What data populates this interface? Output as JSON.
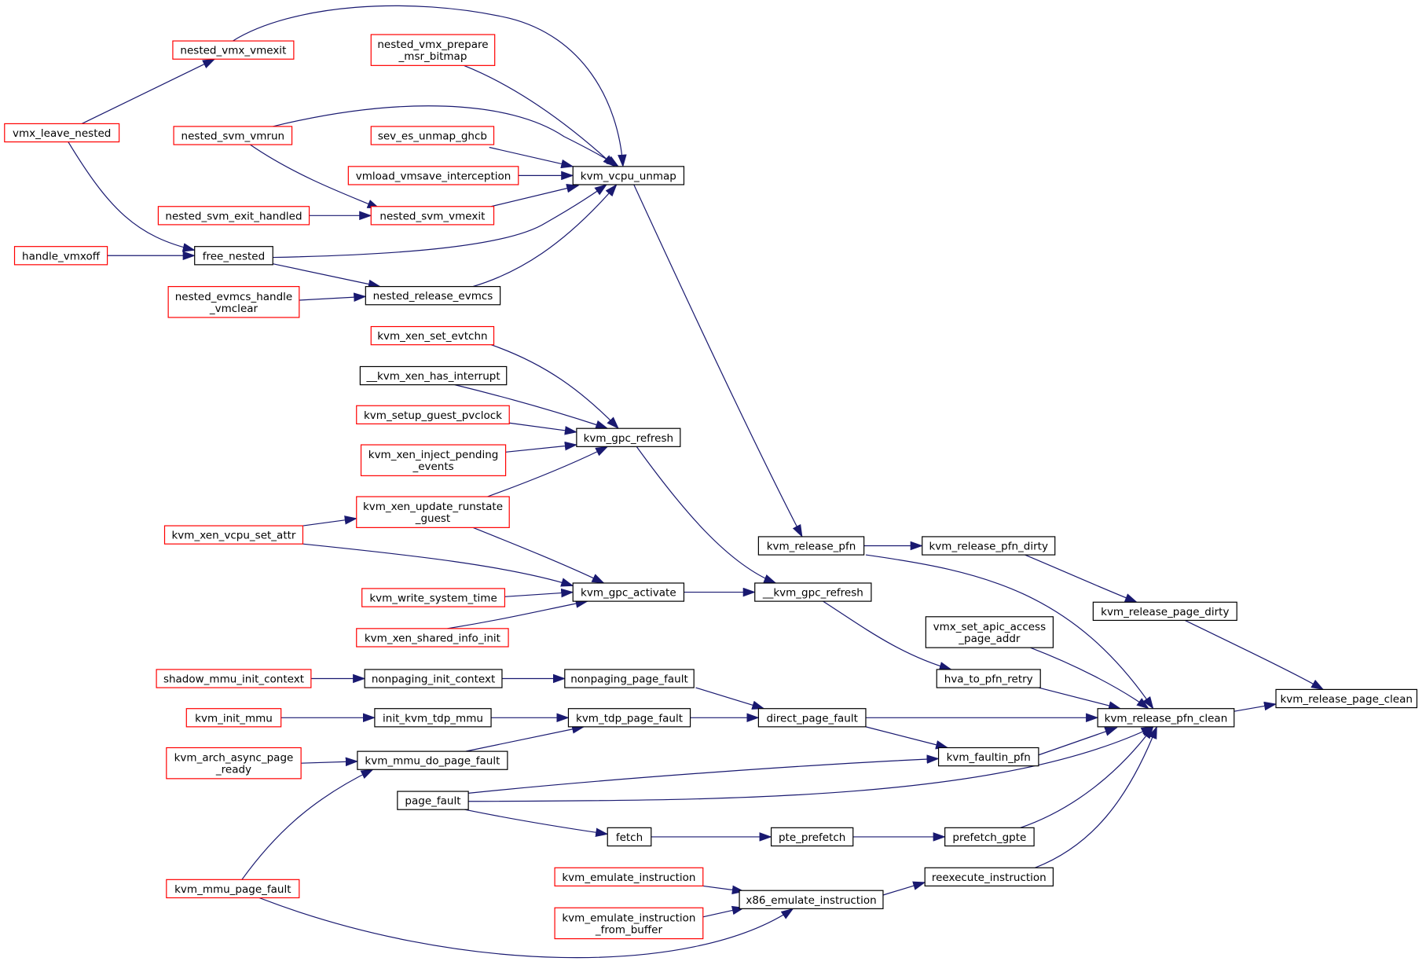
{
  "colors": {
    "edge": "#191970",
    "border_black": "#000000",
    "border_red": "#ff0000",
    "highlight": "#bfbfbf"
  },
  "nodes": {
    "kvm_release_page_clean": {
      "label": [
        "kvm_release_page_clean"
      ],
      "border": "black",
      "fill": "highlight"
    },
    "kvm_release_pfn_clean": {
      "label": [
        "kvm_release_pfn_clean"
      ],
      "border": "black"
    },
    "kvm_release_page_dirty": {
      "label": [
        "kvm_release_page_dirty"
      ],
      "border": "black"
    },
    "kvm_release_pfn_dirty": {
      "label": [
        "kvm_release_pfn_dirty"
      ],
      "border": "black"
    },
    "kvm_release_pfn": {
      "label": [
        "kvm_release_pfn"
      ],
      "border": "black"
    },
    "vmx_set_apic_access_page_addr": {
      "label": [
        "vmx_set_apic_access",
        "_page_addr"
      ],
      "border": "black"
    },
    "hva_to_pfn_retry": {
      "label": [
        "hva_to_pfn_retry"
      ],
      "border": "black"
    },
    "kvm_faultin_pfn": {
      "label": [
        "kvm_faultin_pfn"
      ],
      "border": "black"
    },
    "prefetch_gpte": {
      "label": [
        "prefetch_gpte"
      ],
      "border": "black"
    },
    "reexecute_instruction": {
      "label": [
        "reexecute_instruction"
      ],
      "border": "black"
    },
    "__kvm_gpc_refresh": {
      "label": [
        "__kvm_gpc_refresh"
      ],
      "border": "black"
    },
    "direct_page_fault": {
      "label": [
        "direct_page_fault"
      ],
      "border": "black"
    },
    "pte_prefetch": {
      "label": [
        "pte_prefetch"
      ],
      "border": "black"
    },
    "x86_emulate_instruction": {
      "label": [
        "x86_emulate_instruction"
      ],
      "border": "black"
    },
    "kvm_vcpu_unmap": {
      "label": [
        "kvm_vcpu_unmap"
      ],
      "border": "black"
    },
    "kvm_gpc_refresh": {
      "label": [
        "kvm_gpc_refresh"
      ],
      "border": "black"
    },
    "kvm_gpc_activate": {
      "label": [
        "kvm_gpc_activate"
      ],
      "border": "black"
    },
    "nonpaging_page_fault": {
      "label": [
        "nonpaging_page_fault"
      ],
      "border": "black"
    },
    "kvm_tdp_page_fault": {
      "label": [
        "kvm_tdp_page_fault"
      ],
      "border": "black"
    },
    "fetch": {
      "label": [
        "fetch"
      ],
      "border": "black"
    },
    "nested_vmx_vmexit": {
      "label": [
        "nested_vmx_vmexit"
      ],
      "border": "red"
    },
    "nested_vmx_prepare_msr_bitmap": {
      "label": [
        "nested_vmx_prepare",
        "_msr_bitmap"
      ],
      "border": "red"
    },
    "nested_svm_vmrun": {
      "label": [
        "nested_svm_vmrun"
      ],
      "border": "red"
    },
    "sev_es_unmap_ghcb": {
      "label": [
        "sev_es_unmap_ghcb"
      ],
      "border": "red"
    },
    "vmload_vmsave_interception": {
      "label": [
        "vmload_vmsave_interception"
      ],
      "border": "red"
    },
    "nested_svm_vmexit": {
      "label": [
        "nested_svm_vmexit"
      ],
      "border": "red"
    },
    "nested_svm_exit_handled": {
      "label": [
        "nested_svm_exit_handled"
      ],
      "border": "red"
    },
    "free_nested": {
      "label": [
        "free_nested"
      ],
      "border": "black"
    },
    "nested_release_evmcs": {
      "label": [
        "nested_release_evmcs"
      ],
      "border": "black"
    },
    "nested_evmcs_handle_vmclear": {
      "label": [
        "nested_evmcs_handle",
        "_vmclear"
      ],
      "border": "red"
    },
    "vmx_leave_nested": {
      "label": [
        "vmx_leave_nested"
      ],
      "border": "red"
    },
    "handle_vmxoff": {
      "label": [
        "handle_vmxoff"
      ],
      "border": "red"
    },
    "kvm_xen_set_evtchn": {
      "label": [
        "kvm_xen_set_evtchn"
      ],
      "border": "red"
    },
    "__kvm_xen_has_interrupt": {
      "label": [
        "__kvm_xen_has_interrupt"
      ],
      "border": "black"
    },
    "kvm_setup_guest_pvclock": {
      "label": [
        "kvm_setup_guest_pvclock"
      ],
      "border": "red"
    },
    "kvm_xen_inject_pending_events": {
      "label": [
        "kvm_xen_inject_pending",
        "_events"
      ],
      "border": "red"
    },
    "kvm_xen_update_runstate_guest": {
      "label": [
        "kvm_xen_update_runstate",
        "_guest"
      ],
      "border": "red"
    },
    "kvm_xen_vcpu_set_attr": {
      "label": [
        "kvm_xen_vcpu_set_attr"
      ],
      "border": "red"
    },
    "kvm_write_system_time": {
      "label": [
        "kvm_write_system_time"
      ],
      "border": "red"
    },
    "kvm_xen_shared_info_init": {
      "label": [
        "kvm_xen_shared_info_init"
      ],
      "border": "red"
    },
    "shadow_mmu_init_context": {
      "label": [
        "shadow_mmu_init_context"
      ],
      "border": "red"
    },
    "nonpaging_init_context": {
      "label": [
        "nonpaging_init_context"
      ],
      "border": "black"
    },
    "kvm_init_mmu": {
      "label": [
        "kvm_init_mmu"
      ],
      "border": "red"
    },
    "init_kvm_tdp_mmu": {
      "label": [
        "init_kvm_tdp_mmu"
      ],
      "border": "black"
    },
    "kvm_arch_async_page_ready": {
      "label": [
        "kvm_arch_async_page",
        "_ready"
      ],
      "border": "red"
    },
    "kvm_mmu_do_page_fault": {
      "label": [
        "kvm_mmu_do_page_fault"
      ],
      "border": "black"
    },
    "page_fault": {
      "label": [
        "page_fault"
      ],
      "border": "black"
    },
    "kvm_mmu_page_fault": {
      "label": [
        "kvm_mmu_page_fault"
      ],
      "border": "red"
    },
    "kvm_emulate_instruction": {
      "label": [
        "kvm_emulate_instruction"
      ],
      "border": "red"
    },
    "kvm_emulate_instruction_from_buffer": {
      "label": [
        "kvm_emulate_instruction",
        "_from_buffer"
      ],
      "border": "red"
    }
  }
}
